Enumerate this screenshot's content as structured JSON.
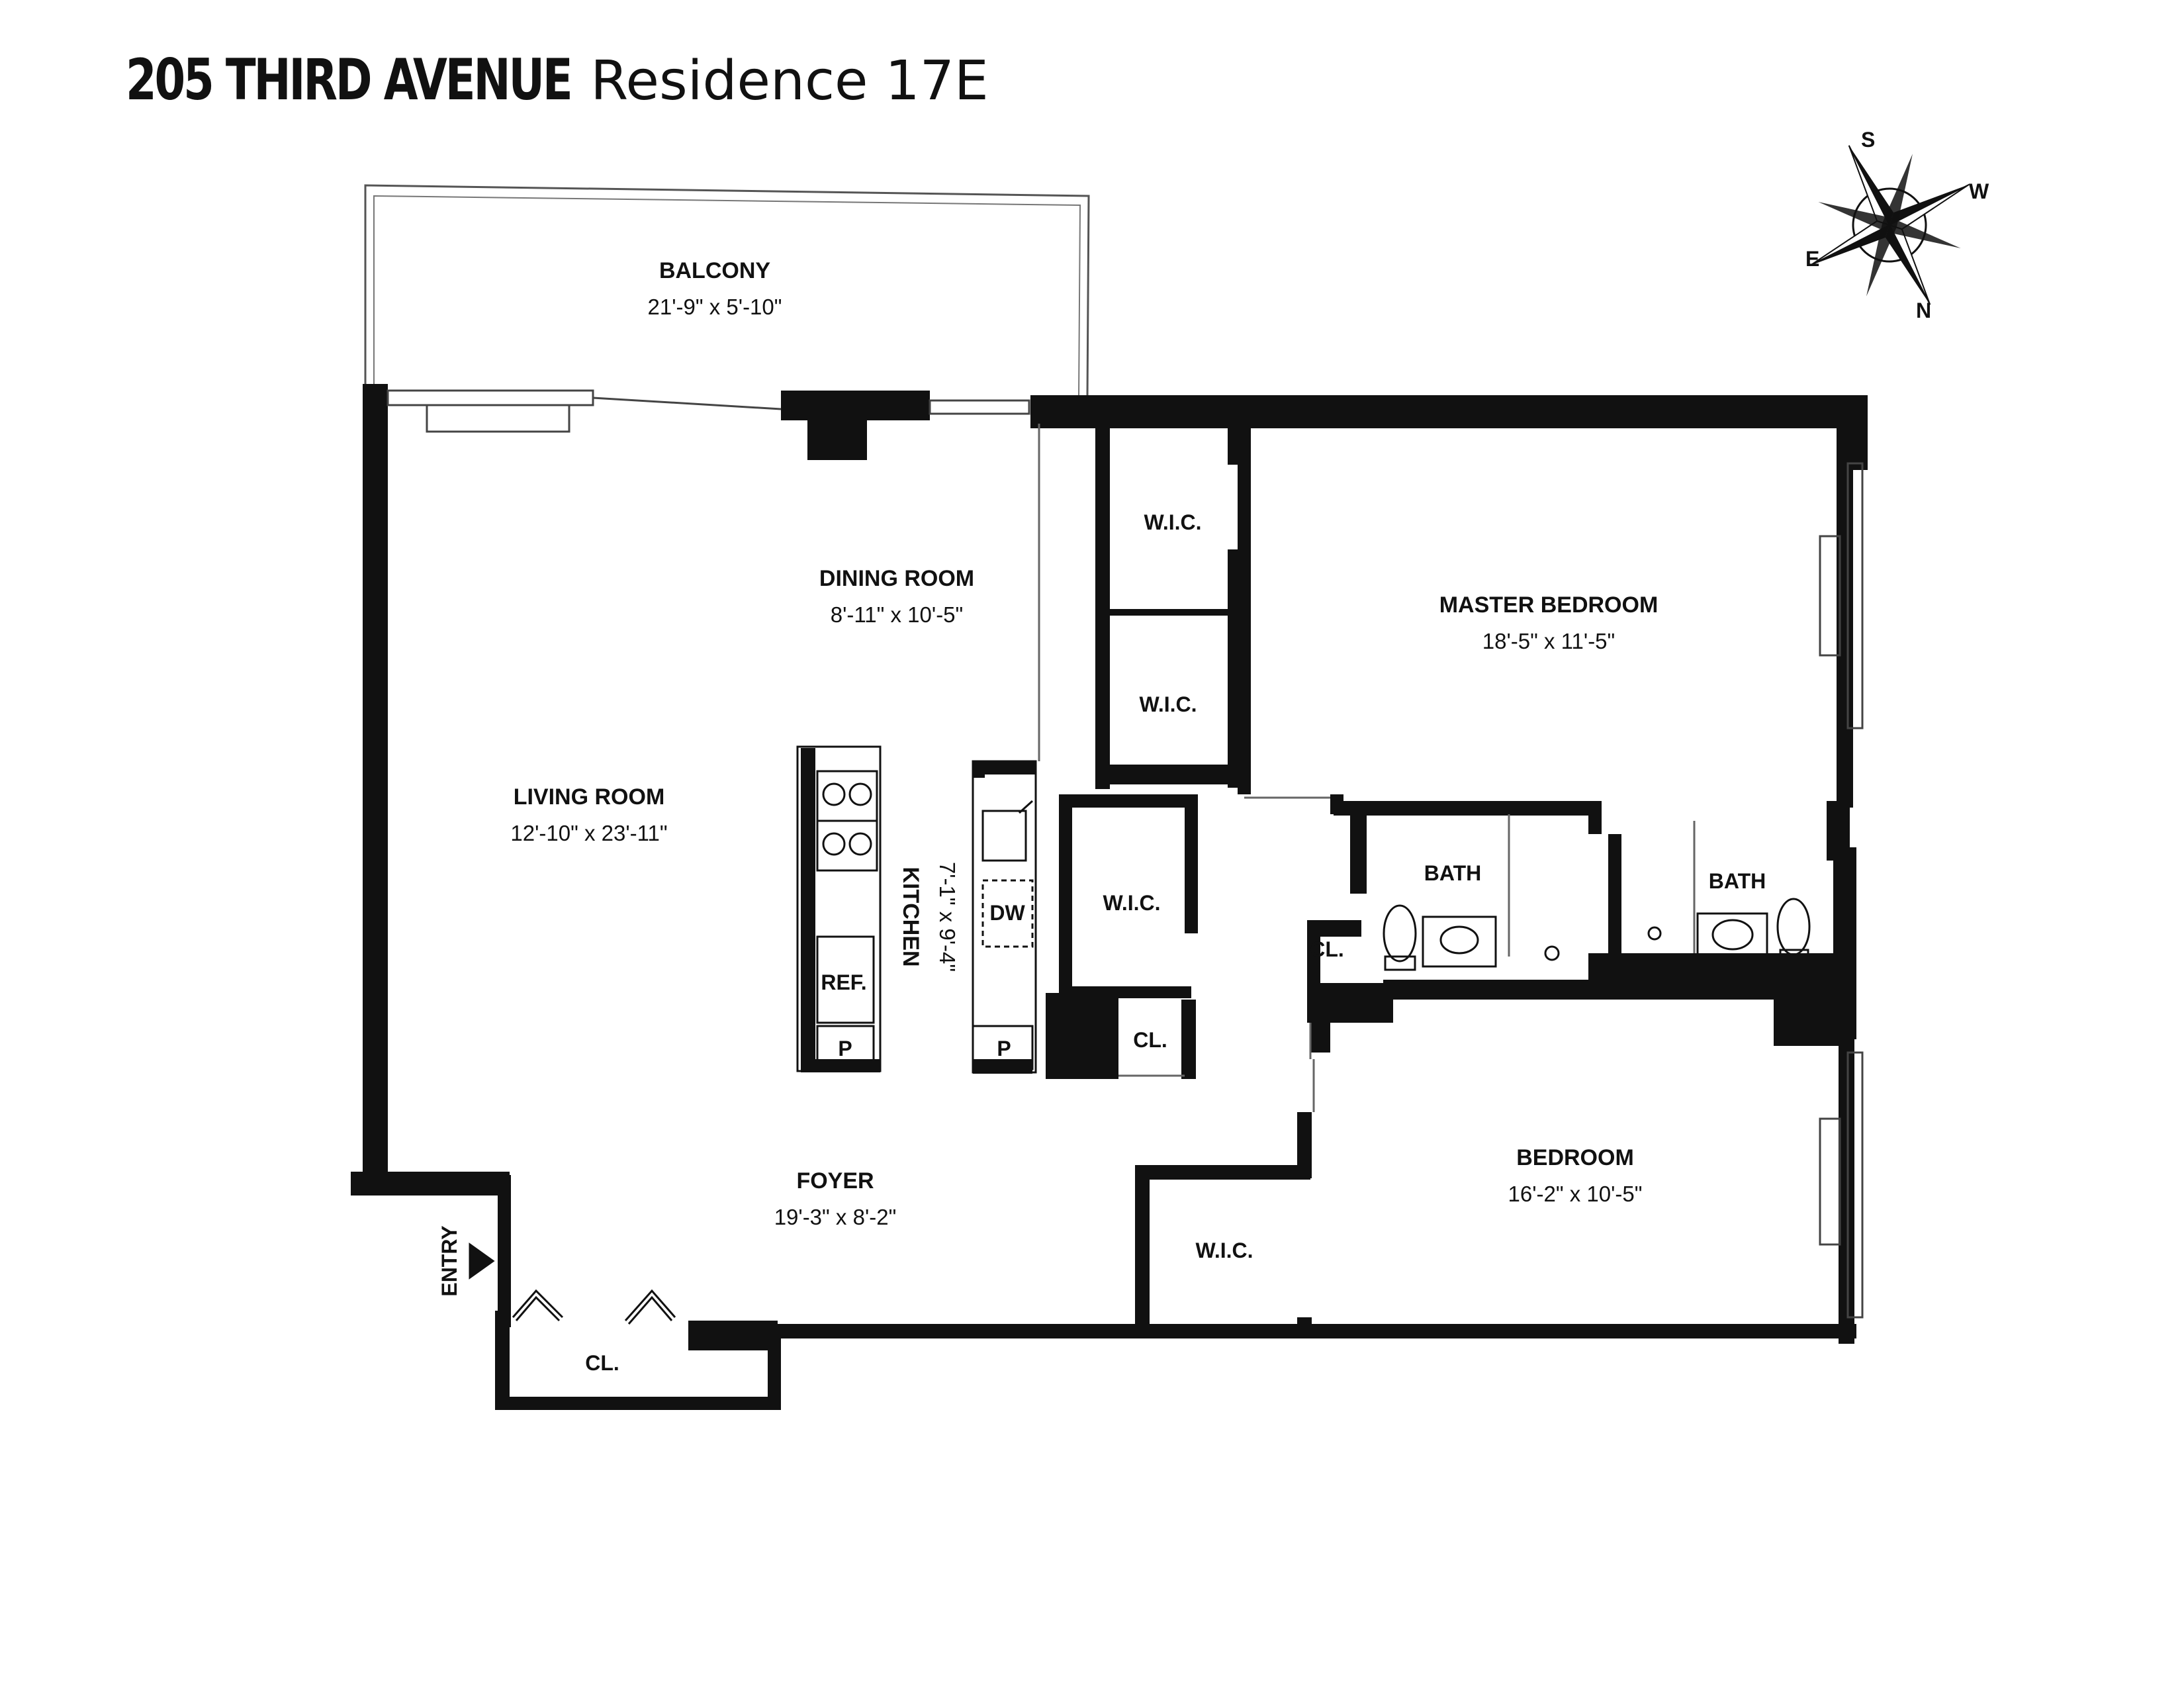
{
  "header": {
    "building": "205 THIRD AVENUE",
    "residence": "Residence 17E"
  },
  "compass": {
    "s": "S",
    "w": "W",
    "e": "E",
    "n": "N"
  },
  "rooms": {
    "balcony": {
      "name": "BALCONY",
      "dims": "21'-9\" x 5'-10\""
    },
    "dining": {
      "name": "DINING ROOM",
      "dims": "8'-11\" x 10'-5\""
    },
    "living": {
      "name": "LIVING ROOM",
      "dims": "12'-10\" x 23'-11\""
    },
    "kitchen": {
      "name": "KITCHEN",
      "dims": "7'-1\" x 9'-4\""
    },
    "foyer": {
      "name": "FOYER",
      "dims": "19'-3\" x 8'-2\""
    },
    "master": {
      "name": "MASTER BEDROOM",
      "dims": "18'-5\" x 11'-5\""
    },
    "bedroom": {
      "name": "BEDROOM",
      "dims": "16'-2\" x 10'-5\""
    }
  },
  "labels": {
    "wic": "W.I.C.",
    "bath": "BATH",
    "closet": "CL.",
    "ref": "REF.",
    "pantry": "P",
    "dw": "DW",
    "entry": "ENTRY"
  }
}
